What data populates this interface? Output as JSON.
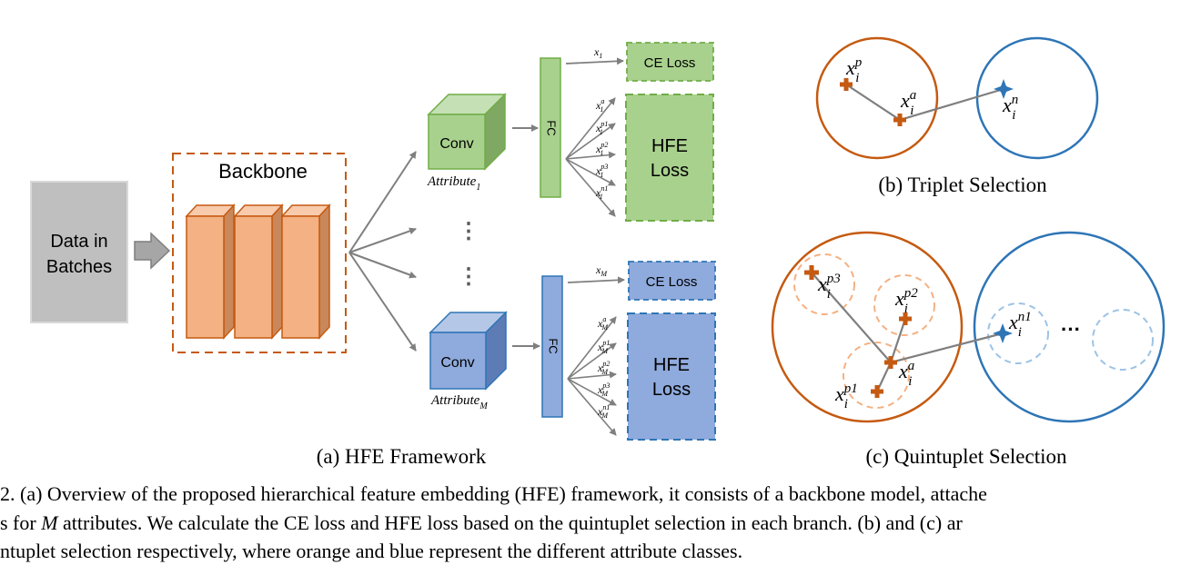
{
  "framework": {
    "input_label_line1": "Data in",
    "input_label_line2": "Batches",
    "backbone_label": "Backbone",
    "conv_label": "Conv",
    "fc_label": "FC",
    "attr_top": {
      "name": "Attribute",
      "sub": "1"
    },
    "attr_bottom": {
      "name": "Attribute",
      "sub": "M"
    },
    "ce_loss": "CE Loss",
    "hfe_loss_line1": "HFE",
    "hfe_loss_line2": "Loss",
    "ellipsis": "⋮",
    "branch_top": {
      "ce_input": {
        "base": "x",
        "sub": "1"
      },
      "features": [
        {
          "base": "x",
          "sup": "a",
          "sub": "1"
        },
        {
          "base": "x",
          "sup": "p1",
          "sub": "1"
        },
        {
          "base": "x",
          "sup": "p2",
          "sub": "1"
        },
        {
          "base": "x",
          "sup": "p3",
          "sub": "1"
        },
        {
          "base": "x",
          "sup": "n1",
          "sub": "1"
        }
      ]
    },
    "branch_bottom": {
      "ce_input": {
        "base": "x",
        "sub": "M"
      },
      "features": [
        {
          "base": "x",
          "sup": "a",
          "sub": "M"
        },
        {
          "base": "x",
          "sup": "p1",
          "sub": "M"
        },
        {
          "base": "x",
          "sup": "p2",
          "sub": "M"
        },
        {
          "base": "x",
          "sup": "p3",
          "sub": "M"
        },
        {
          "base": "x",
          "sup": "n1",
          "sub": "M"
        }
      ]
    },
    "caption": "(a) HFE Framework"
  },
  "triplet": {
    "labels": {
      "p": {
        "base": "x",
        "sup": "p",
        "sub": "i"
      },
      "a": {
        "base": "x",
        "sup": "a",
        "sub": "i"
      },
      "n": {
        "base": "x",
        "sup": "n",
        "sub": "i"
      }
    },
    "caption": "(b) Triplet Selection"
  },
  "quintuplet": {
    "labels": {
      "p3": {
        "base": "x",
        "sup": "p3",
        "sub": "i"
      },
      "p2": {
        "base": "x",
        "sup": "p2",
        "sub": "i"
      },
      "p1": {
        "base": "x",
        "sup": "p1",
        "sub": "i"
      },
      "a": {
        "base": "x",
        "sup": "a",
        "sub": "i"
      },
      "n1": {
        "base": "x",
        "sup": "n1",
        "sub": "i"
      }
    },
    "dots": "···",
    "caption": "(c) Quintuplet Selection"
  },
  "figure_caption": {
    "line1": "2. (a) Overview of the proposed hierarchical feature embedding (HFE) framework, it consists of a backbone model, attache",
    "line2_pre": "s for ",
    "line2_var": "M",
    "line2_post": " attributes. We calculate the CE loss and HFE loss based on the quintuplet selection in each branch. (b) and (c) ar",
    "line3": "ntuplet selection respectively, where orange and blue represent the different attribute classes."
  },
  "colors": {
    "orange": "#c55a11",
    "orange_fill": "#f4b183",
    "orange_dark": "#c9885b",
    "blue": "#2e75b6",
    "blue_fill": "#8faadc",
    "green_fill": "#a9d18e",
    "green_stroke": "#70ad47",
    "gray_fill": "#bfbfbf",
    "arrow": "#7f7f7f"
  }
}
